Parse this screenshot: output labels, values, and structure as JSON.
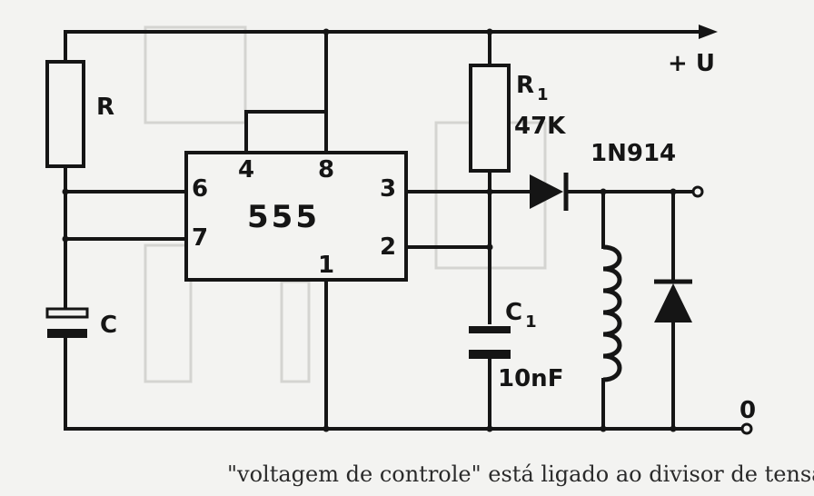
{
  "diagram": {
    "supply_label": "+ U",
    "ground_label": "0",
    "ic": {
      "name": "555",
      "pins": {
        "p4": "4",
        "p8": "8",
        "p6": "6",
        "p7": "7",
        "p3": "3",
        "p2": "2",
        "p1": "1"
      }
    },
    "resistor_r": {
      "name": "R"
    },
    "resistor_r1": {
      "name": "R",
      "subscript": "1",
      "value": "47K"
    },
    "capacitor_c": {
      "name": "C"
    },
    "capacitor_c1": {
      "name": "C",
      "subscript": "1",
      "value": "10nF"
    },
    "diode": {
      "name": "1N914"
    },
    "footer_text": "\"voltagem de controle\" está ligado ao divisor de tensão"
  },
  "colors": {
    "ink": "#151515",
    "paper": "#f3f3f1",
    "bleed": "#c9c9c6"
  }
}
